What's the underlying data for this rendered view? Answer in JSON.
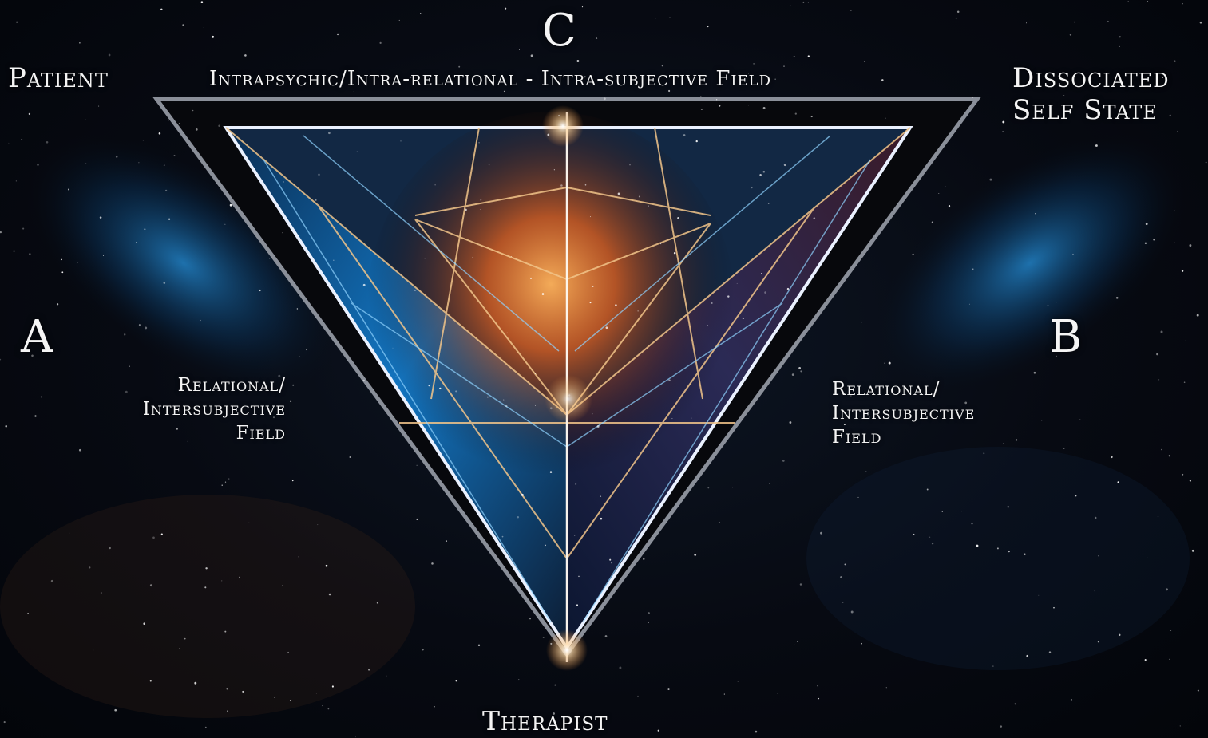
{
  "vertices": {
    "c": "C",
    "a": "A",
    "b": "B"
  },
  "labels": {
    "patient": "Patient",
    "dissociated_line1": "Dissociated",
    "dissociated_line2": "Self State",
    "top_field": "Intrapsychic/Intra-relational - Intra-subjective Field",
    "therapist": "Therapist",
    "left_field": [
      "Relational/",
      "Intersubjective",
      "Field"
    ],
    "right_field": [
      "Relational/",
      "Intersubjective",
      "Field"
    ]
  },
  "colors": {
    "background": "#05070d",
    "blue_glow": "#1e8fe0",
    "orange_glow": "#ff7a1e",
    "edge_light": "#e8ecf5"
  }
}
